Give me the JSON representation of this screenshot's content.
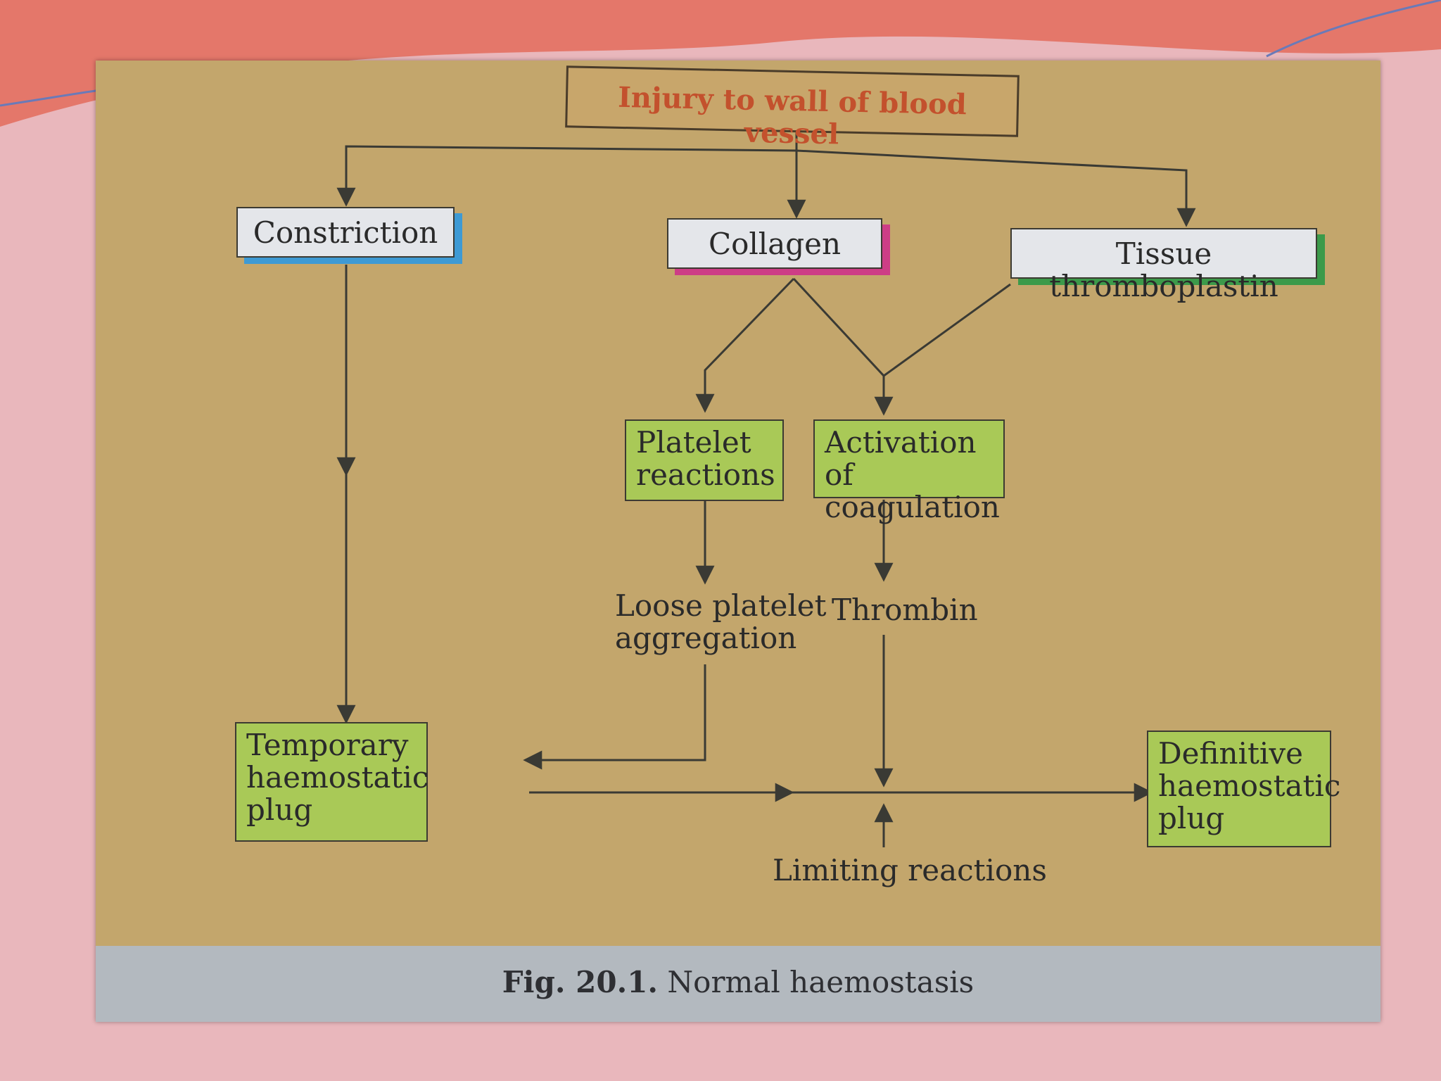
{
  "diagram": {
    "title_box": "Injury to wall of blood vessel",
    "constriction": "Constriction",
    "collagen": "Collagen",
    "tissue_thromboplastin": "Tissue thromboplastin",
    "platelet_reactions": [
      "Platelet",
      "reactions"
    ],
    "activation_of_coagulation": [
      "Activation of",
      "coagulation"
    ],
    "loose_platelet_aggregation": [
      "Loose platelet",
      "aggregation"
    ],
    "thrombin": "Thrombin",
    "temporary_plug": [
      "Temporary",
      "haemostatic",
      "plug"
    ],
    "definitive_plug": [
      "Definitive",
      "haemostatic",
      "plug"
    ],
    "limiting_reactions": "Limiting reactions"
  },
  "caption": {
    "fig_no": "Fig. 20.1.",
    "text": "Normal haemostasis"
  },
  "colors": {
    "photo_background": "#c3a66c",
    "green_box": "#a9c957",
    "white_box": "#e4e6ea",
    "title_text": "#c3512d",
    "constriction_shadow": "#3e9ad4",
    "collagen_shadow": "#cd3d86",
    "thromboplastin_shadow": "#3c9a4a",
    "slide_background": "#e9b7bc",
    "slide_wave": "#e4776a"
  }
}
